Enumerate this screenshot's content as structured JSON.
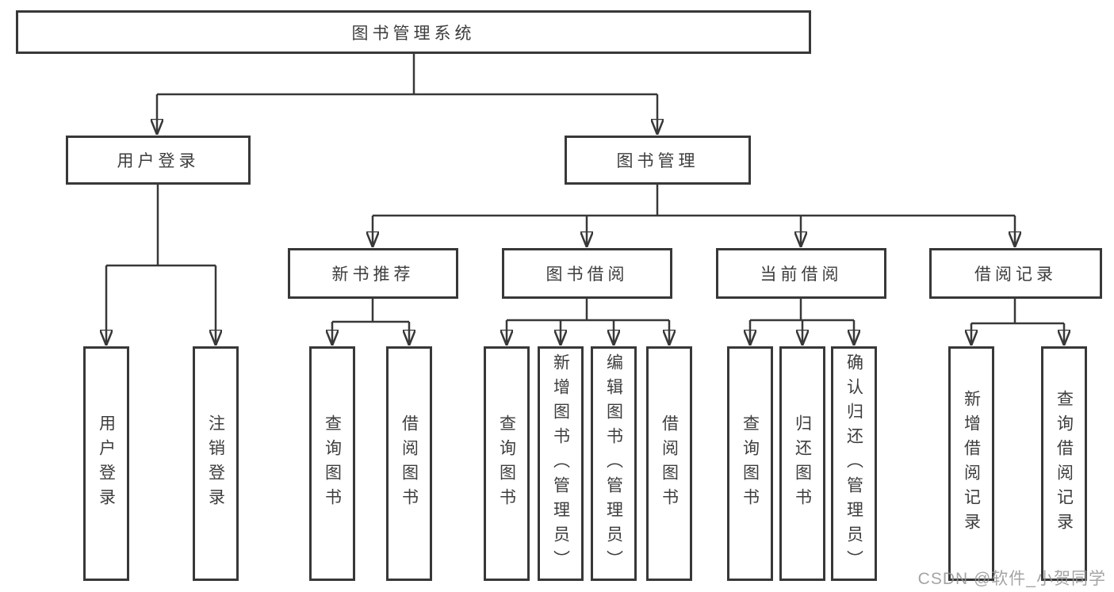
{
  "colors": {
    "line": "#383838",
    "text": "#3d3d3d",
    "background": "#ffffff",
    "watermark": "#949494"
  },
  "diagram": {
    "title": "图书管理系统",
    "level2": {
      "user_login": "用户登录",
      "book_management": "图书管理"
    },
    "level3": [
      "新书推荐",
      "图书借阅",
      "当前借阅",
      "借阅记录"
    ],
    "user_login_children": [
      "用户登录",
      "注销登录"
    ],
    "new_book_children": [
      "查询图书",
      "借阅图书"
    ],
    "borrow_children": [
      "查询图书",
      "新增图书（管理员）",
      "编辑图书（管理员）",
      "借阅图书"
    ],
    "current_children": [
      "查询图书",
      "归还图书",
      "确认归还（管理员）"
    ],
    "record_children": [
      "新增借阅记录",
      "查询借阅记录"
    ]
  },
  "watermark": {
    "text": "CSDN @软件_小贺同学"
  }
}
